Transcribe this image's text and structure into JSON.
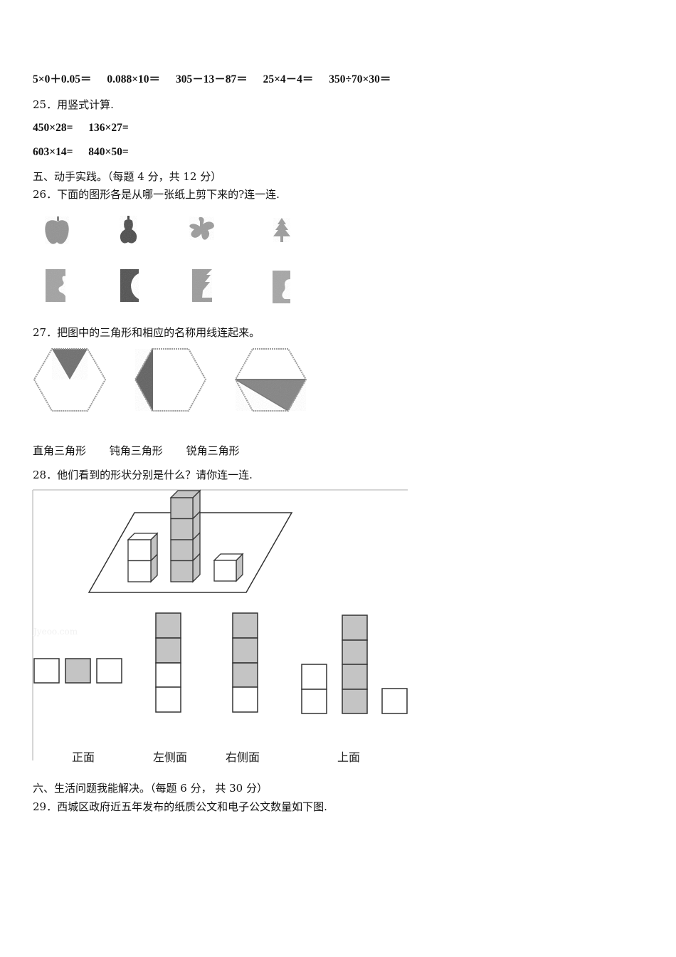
{
  "q24_row": {
    "expressions": [
      "5×0＋0.05＝",
      "0.088×10＝",
      "305－13－87＝",
      "25×4－4＝",
      "350÷70×30＝"
    ]
  },
  "q25": {
    "title": "25．用竖式计算.",
    "row1": [
      "450×28=",
      "136×27="
    ],
    "row2": [
      "603×14=",
      "840×50="
    ]
  },
  "section5": {
    "title": "五、动手实践。（每题 4 分，共 12 分）"
  },
  "q26": {
    "title": "26．下面的图形各是从哪一张纸上剪下来的?连一连.",
    "cutouts": [
      "apple-shape",
      "gourd-shape",
      "flower-shape",
      "tree-shape"
    ],
    "papers": [
      "paper-flower-cut",
      "paper-gourd-cut",
      "paper-tree-cut",
      "paper-apple-cut"
    ],
    "colors": {
      "light": "#9a9a9a",
      "dark": "#5e5e5e"
    }
  },
  "q27": {
    "title": "27．把图中的三角形和相应的名称用线连起来。",
    "labels": [
      "直角三角形",
      "钝角三角形",
      "锐角三角形"
    ],
    "shade_color": "#7d7d7d",
    "outline_color": "#9c9c9c"
  },
  "q28": {
    "title": "28．他们看到的形状分别是什么？请你连一连.",
    "view_labels": [
      "正面",
      "左侧面",
      "右侧面",
      "上面"
    ],
    "watermark": "Jyeoo.com",
    "cube_fill": "#c4c4c4",
    "stacks": {
      "left_stack": 2,
      "middle_stack": 4,
      "right_stack": 1
    }
  },
  "section6": {
    "title": "六、生活问题我能解决。（每题  6  分，  共  30  分）"
  },
  "q29": {
    "title": "29．西城区政府近五年发布的纸质公文和电子公文数量如下图."
  }
}
